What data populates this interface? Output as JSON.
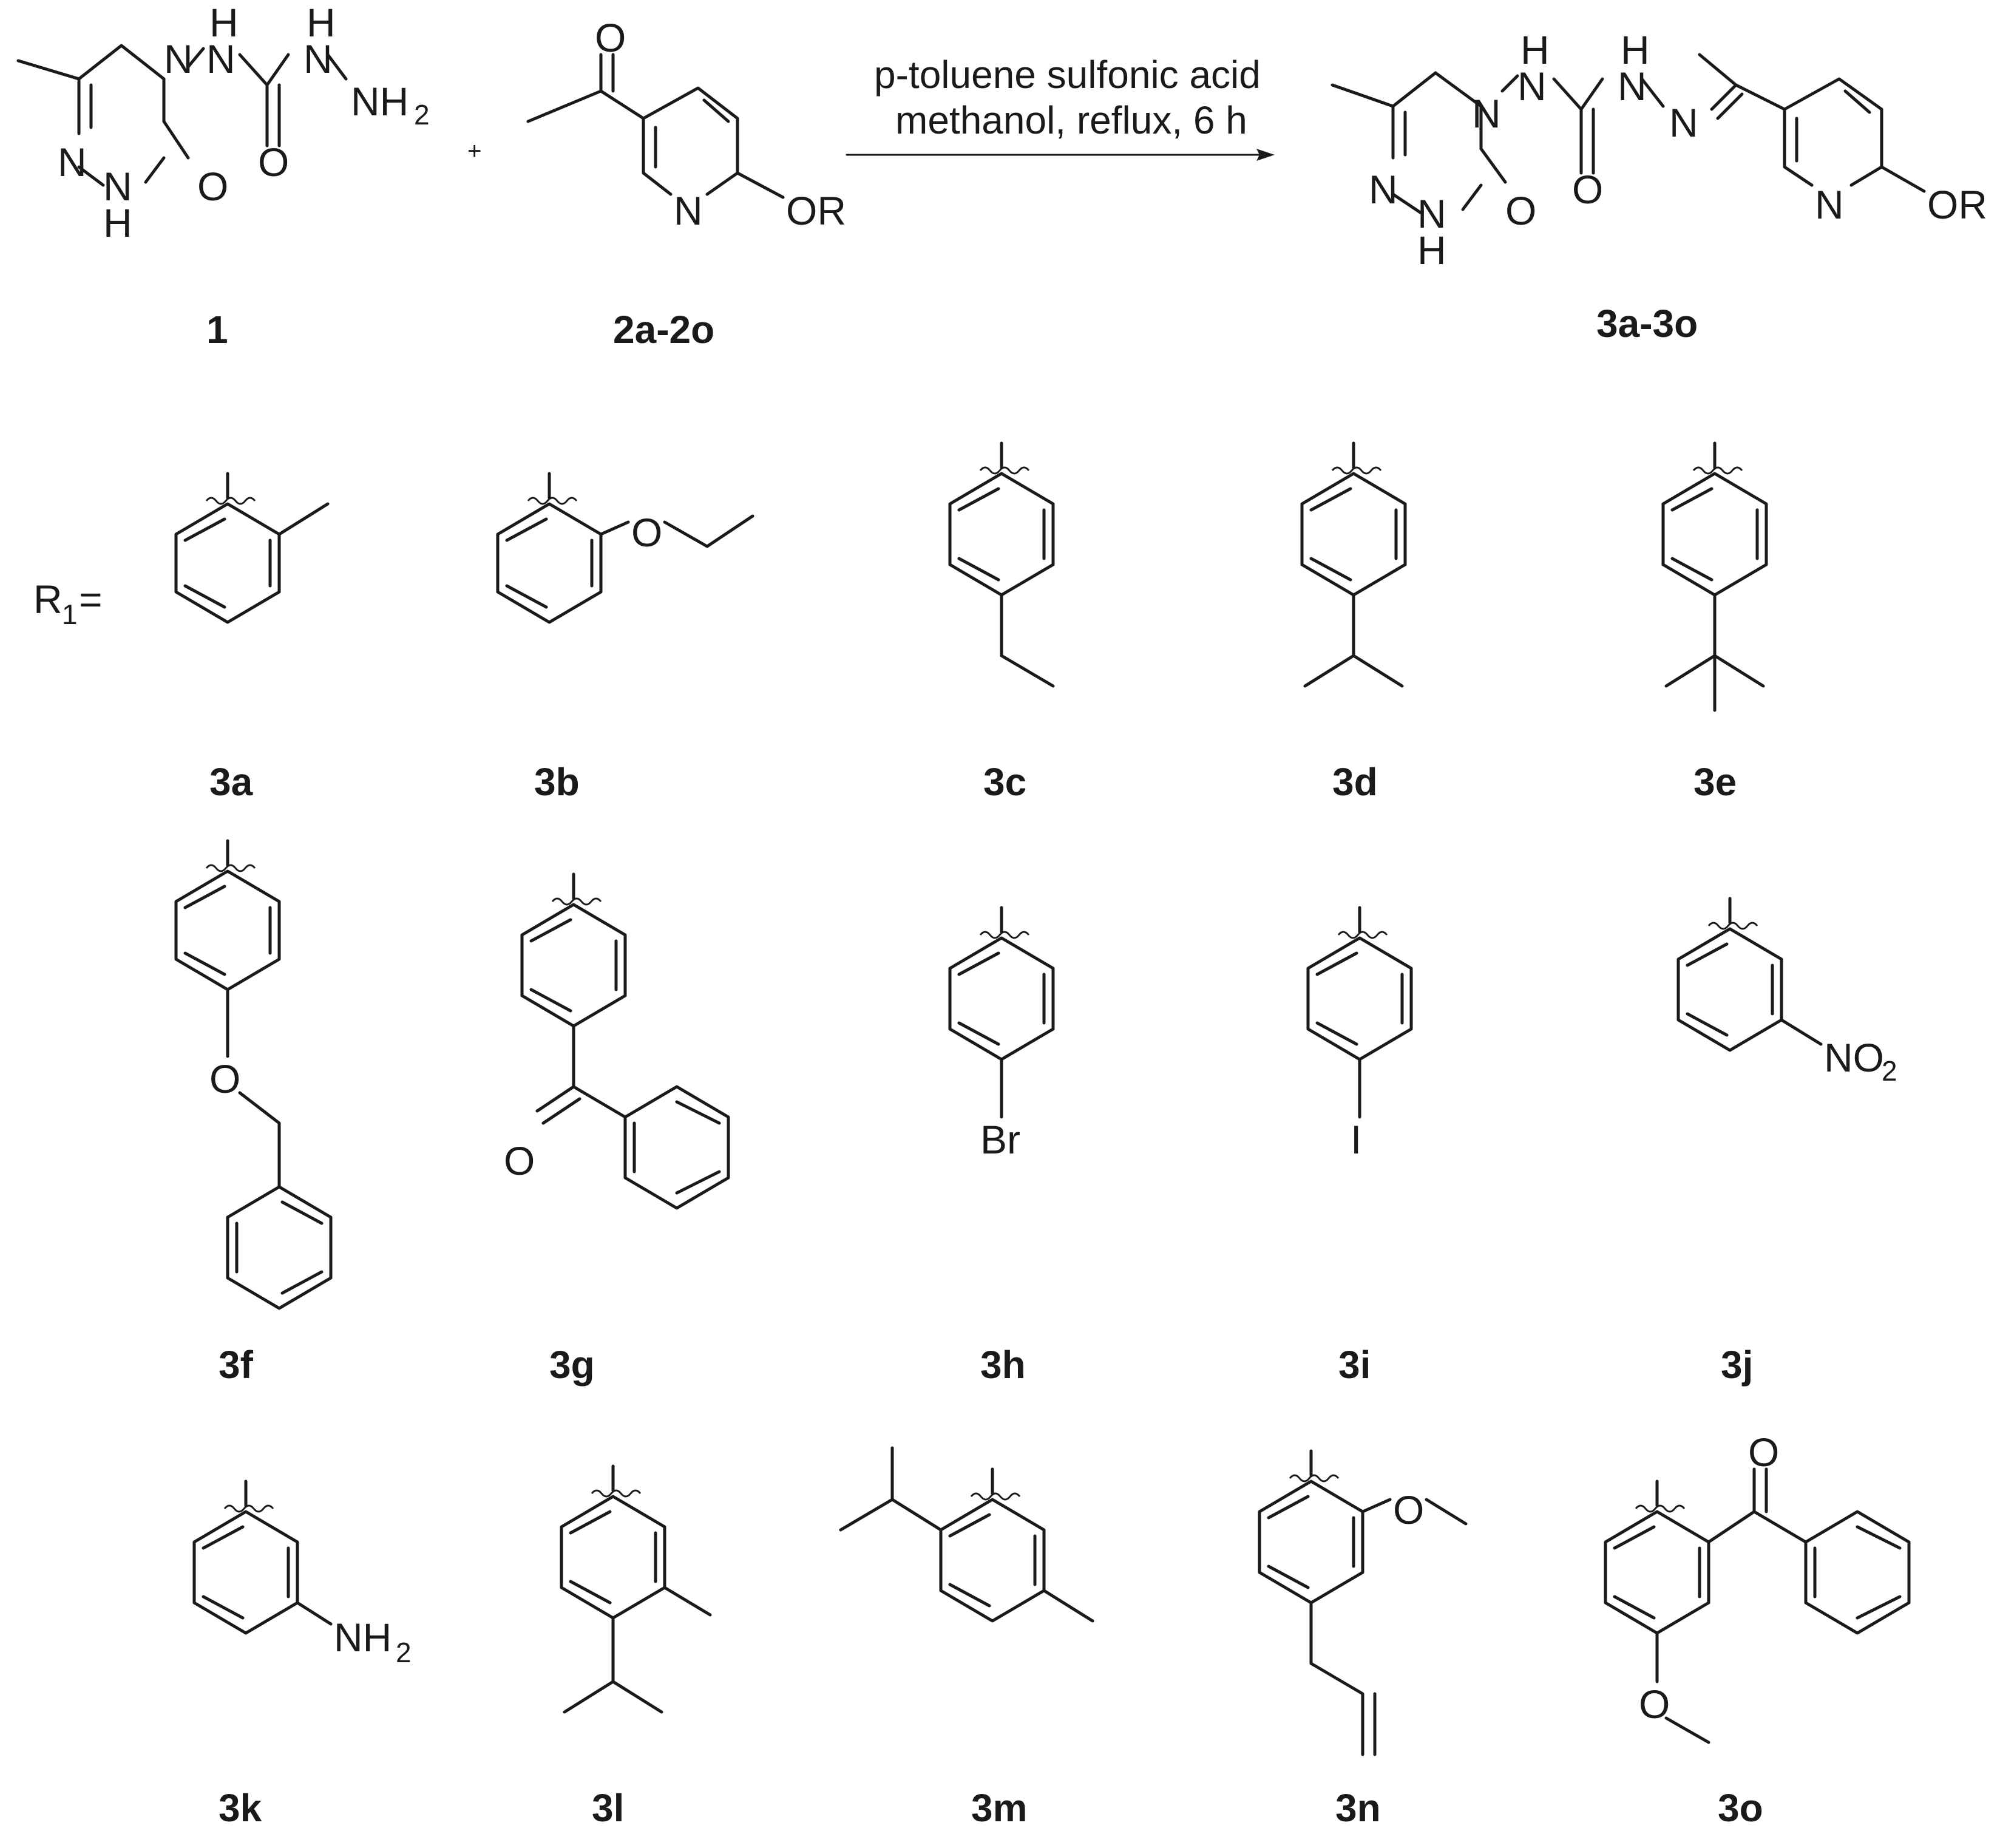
{
  "reaction": {
    "reactant1": {
      "label": "1",
      "atoms": {
        "h_top1": "H",
        "n_top1": "N",
        "h_top2": "H",
        "n_top2": "N",
        "nh2_n": "NH",
        "nh2_sub": "2",
        "n_ring": "N",
        "o_carbonyl_left": "O",
        "n_ring_low": "N",
        "o_ring": "O",
        "n_low": "N",
        "h_low": "H"
      }
    },
    "plus_sign": "+",
    "reactant2": {
      "label": "2a-2o",
      "atoms": {
        "o_ketone": "O",
        "n_pyridine": "N",
        "or_group": "OR"
      }
    },
    "conditions": {
      "line1": "p-toluene sulfonic acid",
      "line2": "methanol, reflux, 6 h"
    },
    "product": {
      "label": "3a-3o",
      "atoms": {
        "h_top1": "H",
        "n_top1": "N",
        "h_top2": "H",
        "n_top2": "N",
        "n_imine": "N",
        "n_ring": "N",
        "o_carbonyl": "O",
        "n_ring_low": "N",
        "o_ring": "O",
        "n_low": "N",
        "h_low": "H",
        "n_pyridine": "N",
        "or_group": "OR"
      }
    }
  },
  "r_group_intro": {
    "r": "R",
    "sub": "1",
    "equals": " ="
  },
  "substituents": [
    {
      "label": "3a"
    },
    {
      "label": "3b",
      "atoms": {
        "o": "O"
      }
    },
    {
      "label": "3c"
    },
    {
      "label": "3d"
    },
    {
      "label": "3e"
    },
    {
      "label": "3f",
      "atoms": {
        "o": "O"
      }
    },
    {
      "label": "3g",
      "atoms": {
        "o": "O"
      }
    },
    {
      "label": "3h",
      "atoms": {
        "br": "Br"
      }
    },
    {
      "label": "3i",
      "atoms": {
        "i": "I"
      }
    },
    {
      "label": "3j",
      "atoms": {
        "no2": "NO",
        "sub": "2"
      }
    },
    {
      "label": "3k",
      "atoms": {
        "nh2": "NH",
        "sub": "2"
      }
    },
    {
      "label": "3l"
    },
    {
      "label": "3m"
    },
    {
      "label": "3n",
      "atoms": {
        "o": "O"
      }
    },
    {
      "label": "3o",
      "atoms": {
        "o_ketone": "O",
        "o_methoxy": "O"
      }
    }
  ]
}
